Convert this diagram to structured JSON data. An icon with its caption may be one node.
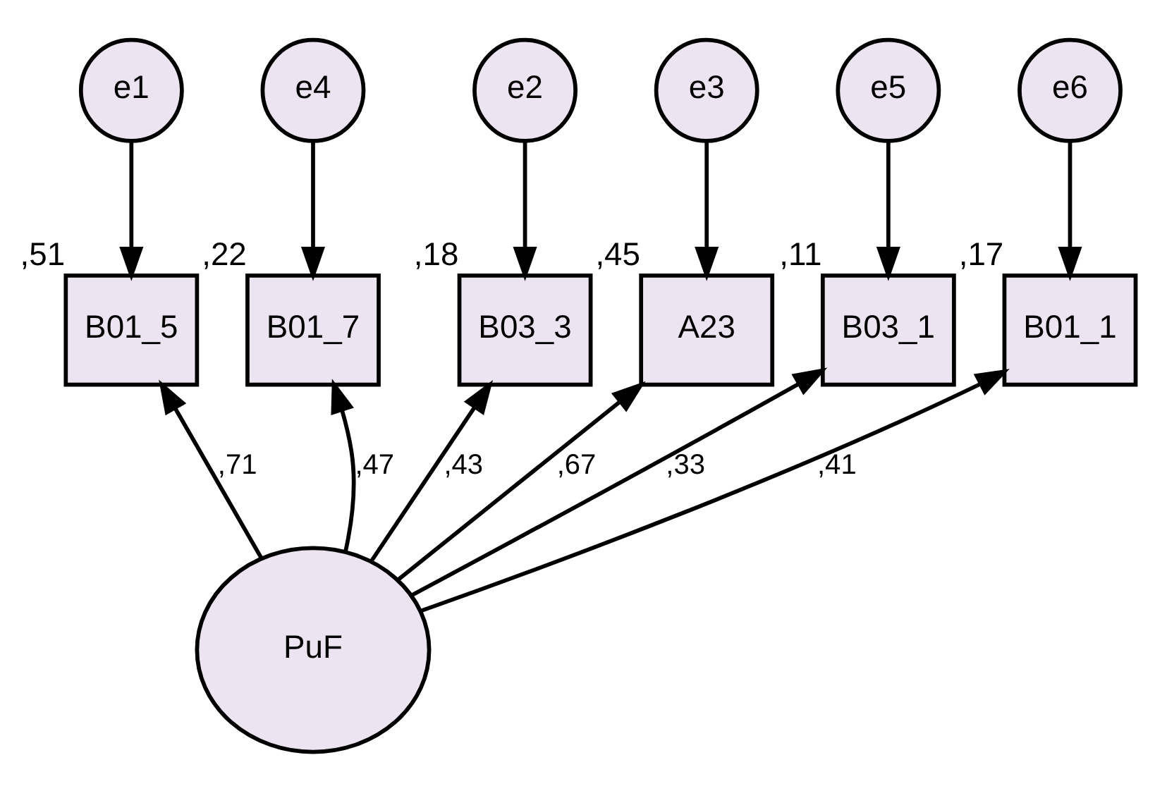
{
  "diagram": {
    "nodes": [
      {
        "text": [
          "e1"
        ]
      },
      {
        "text": [
          "e2"
        ]
      },
      {
        "text": [
          "e3"
        ]
      },
      {
        "text": [
          "e4"
        ]
      },
      {
        "text": [
          "e5"
        ]
      },
      {
        "text": [
          "e6"
        ]
      },
      {
        "text": [
          "B01_5"
        ],
        "beside": [
          ",51"
        ]
      },
      {
        "text": [
          "B03_3"
        ],
        "beside": [
          ",18"
        ]
      },
      {
        "text": [
          "A23"
        ],
        "beside": [
          ",45"
        ]
      },
      {
        "text": [
          "B01_7"
        ],
        "beside": [
          ",22"
        ]
      },
      {
        "text": [
          "B03_1"
        ],
        "beside": [
          ",11"
        ]
      },
      {
        "text": [
          "B01_1"
        ],
        "beside": [
          ",17"
        ]
      },
      {
        "text": [
          "PuF"
        ]
      }
    ],
    "edges": [
      {
        "from": 0,
        "to": 6,
        "arrow": "to"
      },
      {
        "from": 1,
        "to": 7,
        "arrow": "to"
      },
      {
        "from": 2,
        "to": 8,
        "arrow": "to"
      },
      {
        "from": 3,
        "to": 9,
        "arrow": "to"
      },
      {
        "from": 4,
        "to": 10,
        "arrow": "to"
      },
      {
        "from": 5,
        "to": 11,
        "arrow": "to"
      },
      {
        "from": 12,
        "to": 6,
        "arrow": "to",
        "label": ",71"
      },
      {
        "from": 12,
        "to": 7,
        "arrow": "to",
        "label": ",43"
      },
      {
        "from": 12,
        "to": 8,
        "arrow": "to",
        "label": ",67"
      },
      {
        "from": 12,
        "to": 9,
        "arrow": "to",
        "label": ",47"
      },
      {
        "from": 12,
        "to": 10,
        "arrow": "to",
        "label": ",33"
      },
      {
        "from": 12,
        "to": 11,
        "arrow": "to",
        "label": ",41"
      }
    ]
  }
}
